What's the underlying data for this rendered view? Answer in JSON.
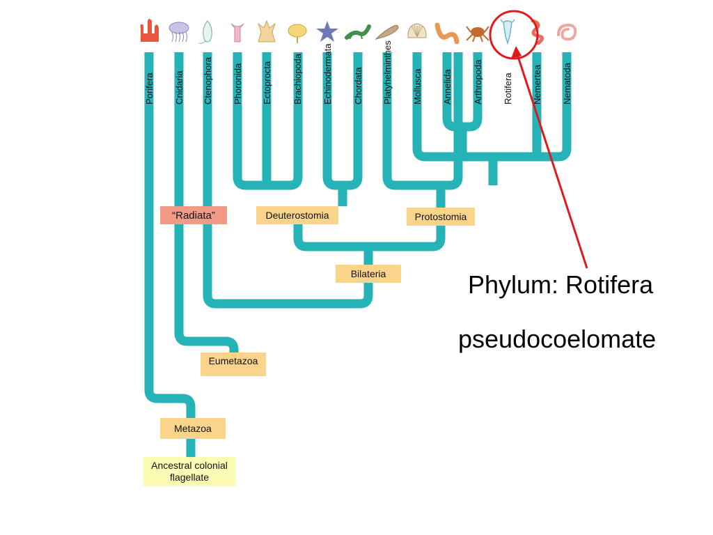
{
  "colors": {
    "branch": "#25b3b7",
    "clade_box": "#fbd48c",
    "radiata_box": "#f19b86",
    "root_box": "#fdfcb4",
    "annotation": "#e3181c"
  },
  "phyla": [
    {
      "name": "Porifera",
      "icon": "sponge-icon"
    },
    {
      "name": "Cnidaria",
      "icon": "jellyfish-icon"
    },
    {
      "name": "Ctenophora",
      "icon": "comb-jelly-icon"
    },
    {
      "name": "Phoronida",
      "icon": "phoronid-icon"
    },
    {
      "name": "Ectoprocta",
      "icon": "bryozoan-icon"
    },
    {
      "name": "Brachiopoda",
      "icon": "lamp-shell-icon"
    },
    {
      "name": "Echinodermata",
      "icon": "sea-star-icon"
    },
    {
      "name": "Chordata",
      "icon": "salamander-icon"
    },
    {
      "name": "Platyhelminthes",
      "icon": "flatworm-icon"
    },
    {
      "name": "Mollusca",
      "icon": "clam-icon"
    },
    {
      "name": "Annelida",
      "icon": "earthworm-icon"
    },
    {
      "name": "Arthropoda",
      "icon": "crab-icon"
    },
    {
      "name": "Rotifera",
      "icon": "rotifer-icon"
    },
    {
      "name": "Nemertea",
      "icon": "ribbon-worm-icon"
    },
    {
      "name": "Nematoda",
      "icon": "roundworm-icon"
    }
  ],
  "clades": {
    "radiata": "“Radiata”",
    "deuterostomia": "Deuterostomia",
    "protostomia": "Protostomia",
    "bilateria": "Bilateria",
    "eumetazoa": "Eumetazoa",
    "metazoa": "Metazoa",
    "ancestor": "Ancestral colonial flagellate"
  },
  "annotation": {
    "phylum": "Phylum:  Rotifera",
    "body_plan": "pseudocoelomate"
  }
}
